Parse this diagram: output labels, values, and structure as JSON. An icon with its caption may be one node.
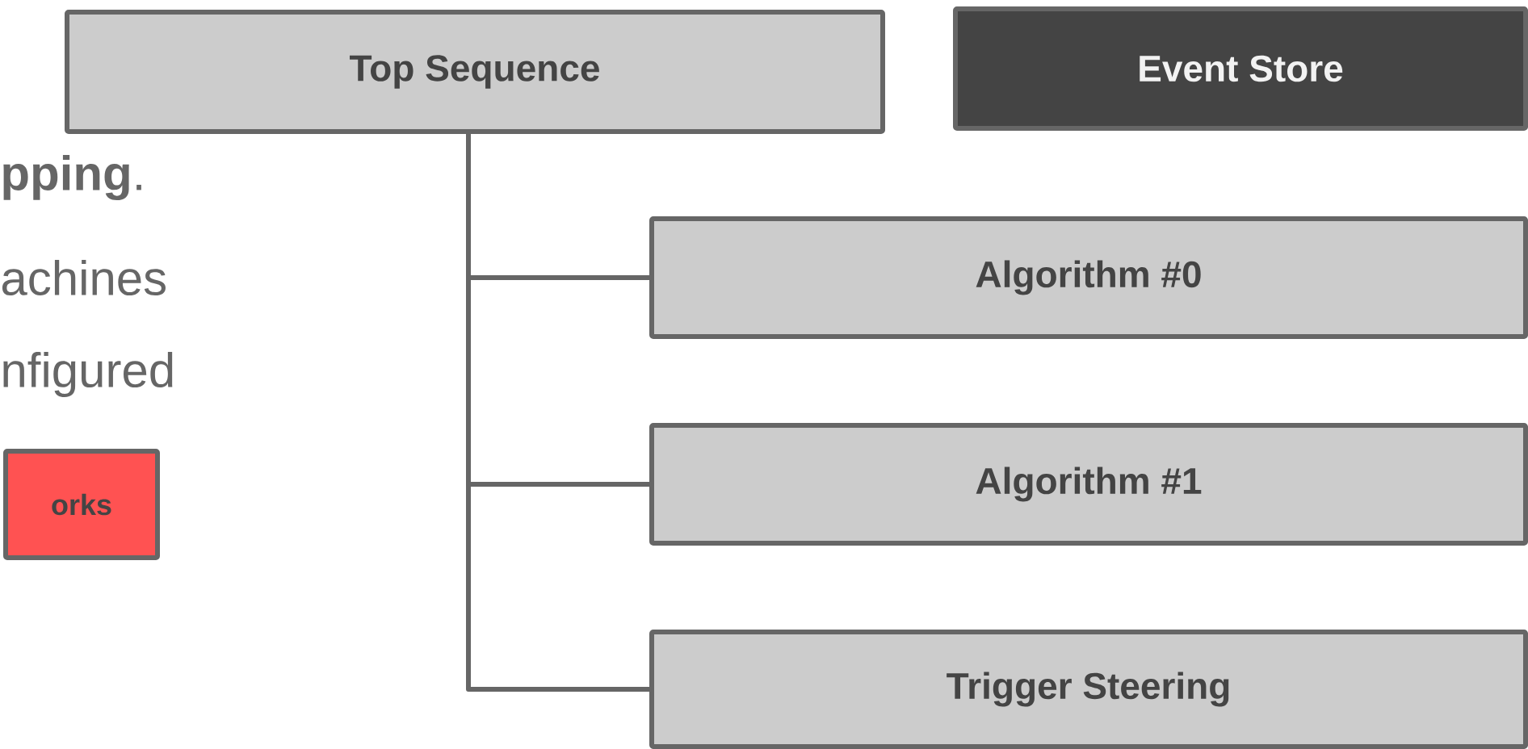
{
  "diagram": {
    "nodes": [
      {
        "text": [
          "Top Sequence"
        ]
      },
      {
        "text": [
          "Event Store"
        ]
      },
      {
        "text": [
          "Algorithm #0"
        ]
      },
      {
        "text": [
          "Algorithm #1"
        ]
      },
      {
        "text": [
          "Trigger Steering"
        ]
      },
      {
        "text": [
          "orks"
        ]
      }
    ],
    "edges": [
      {
        "from": 0,
        "to": 2,
        "arrow": "none"
      },
      {
        "from": 0,
        "to": 3,
        "arrow": "none"
      },
      {
        "from": 0,
        "to": 4,
        "arrow": "none"
      }
    ],
    "labels": [
      "**pping**.",
      "achines",
      "nfigured"
    ]
  }
}
